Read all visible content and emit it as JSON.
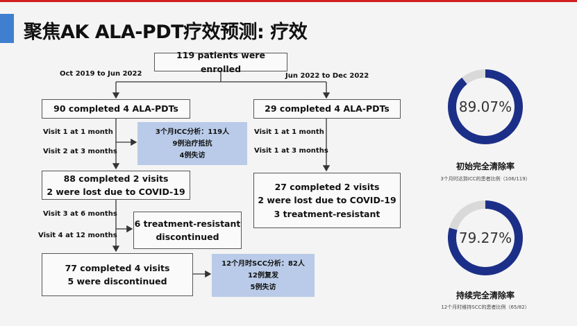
{
  "title": "聚焦AK ALA-PDT疗效预测: 疗效",
  "flow": {
    "enrolled": "119 patients were enrolled",
    "left_period": "Oct 2019 to Jun 2022",
    "right_period": "Jun 2022 to Dec 2022",
    "left_completed": "90 completed 4 ALA-PDTs",
    "right_completed": "29 completed 4 ALA-PDTs",
    "left_visit1": "Visit 1 at 1 month",
    "left_visit2": "Visit 2 at 3 months",
    "right_visit1": "Visit 1 at 1 month",
    "right_visit2": "Visit 1 at 3 months",
    "icc_box": {
      "line1": "3个月ICC分析：119人",
      "line2": "9例治疗抵抗",
      "line3": "4例失访"
    },
    "left_two_visits": {
      "line1": "88 completed 2 visits",
      "line2": "2 were lost due to COVID-19"
    },
    "right_two_visits": {
      "line1": "27 completed 2 visits",
      "line2": "2 were lost due to COVID-19",
      "line3": "3 treatment-resistant"
    },
    "left_visit3": "Visit 3 at 6 months",
    "left_visit4": "Visit 4 at 12 months",
    "resistant_box": {
      "line1": "6 treatment-resistant",
      "line2": "discontinued"
    },
    "left_four_visits": {
      "line1": "77 completed 4 visits",
      "line2": "5 were discontinued"
    },
    "scc_box": {
      "line1": "12个月时SCC分析：82人",
      "line2": "12例复发",
      "line3": "5例失访"
    }
  },
  "rings": [
    {
      "percent_text": "89.07%",
      "value": 0.8907,
      "label": "初始完全清除率",
      "sub": "3个月时达到ICC的患者比例（106/119）"
    },
    {
      "percent_text": "79.27%",
      "value": 0.7927,
      "label": "持续完全清除率",
      "sub": "12个月时维持SCC的患者比例（65/82）"
    }
  ],
  "colors": {
    "accent": "#3f7fcf",
    "ring": "#1c2f88",
    "ring_track": "#d9d9d9",
    "blue_box": "#b9cbe8",
    "top_line": "#d02020"
  }
}
